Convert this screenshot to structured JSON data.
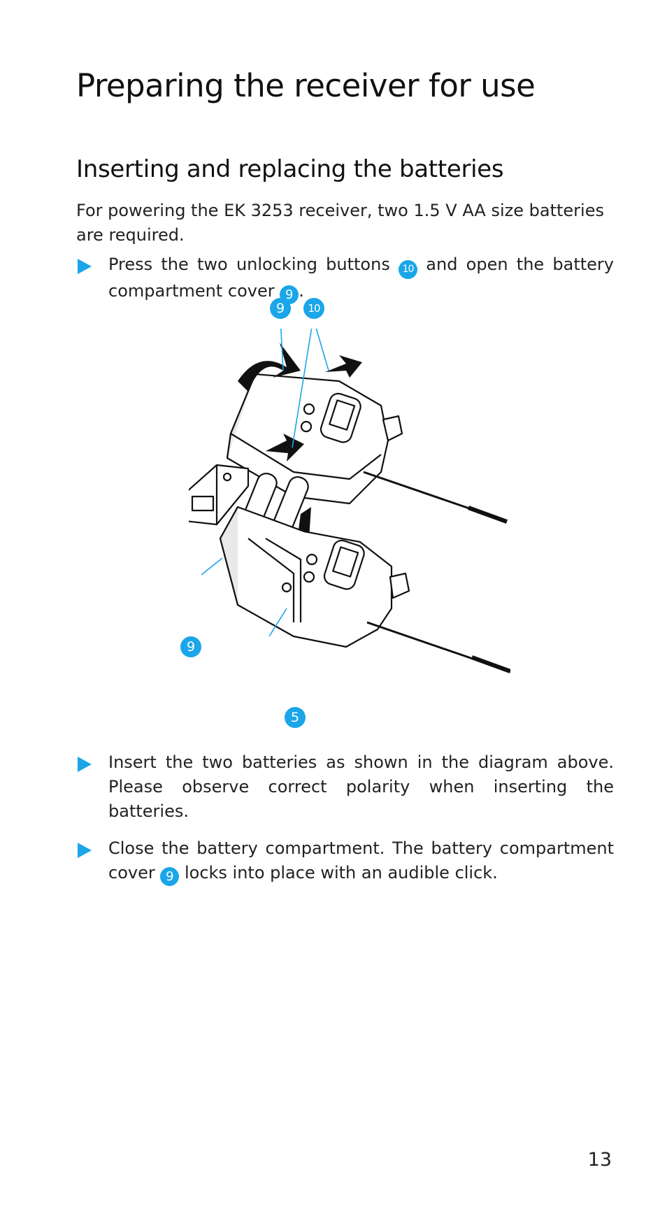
{
  "page": {
    "title": "Preparing the receiver for use",
    "subtitle": "Inserting and replacing the batteries",
    "intro": "For powering the EK 3253 receiver, two 1.5 V AA size batteries are required.",
    "steps": [
      {
        "parts": [
          "Press the two unlocking buttons ",
          " and open the battery compartment cover ",
          "."
        ],
        "refs": [
          "10",
          "9"
        ]
      },
      {
        "text": "Insert the two batteries as shown in the diagram above. Please observe correct polarity when inserting the batteries."
      },
      {
        "parts": [
          "Close the battery compartment. The battery compartment cover ",
          " locks into place with an audible click."
        ],
        "refs": [
          "9"
        ]
      }
    ],
    "figure": {
      "callouts": [
        "9",
        "10",
        "9",
        "5"
      ]
    },
    "page_number": "13"
  },
  "colors": {
    "accent": "#1aa6e8",
    "text": "#222222"
  }
}
